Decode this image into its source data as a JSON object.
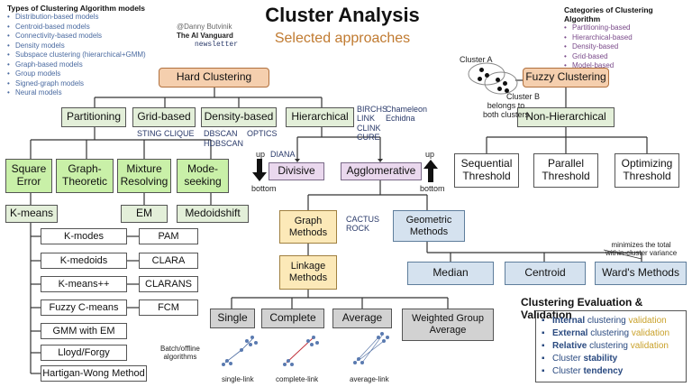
{
  "title": "Cluster Analysis",
  "subtitle": "Selected approaches",
  "credit": {
    "author": "@Danny Butvinik",
    "newsletter_name": "The AI Vanguard",
    "newsletter_word": "newsletter"
  },
  "left_legend": {
    "header": "Types of Clustering Algorithm models",
    "items": [
      "Distribution-based models",
      "Centroid-based models",
      "Connectivity-based models",
      "Density models",
      "Subspace clustering (hierarchical+GMM)",
      "Graph-based models",
      "Group models",
      "Signed-graph models",
      "Neural models"
    ]
  },
  "right_legend": {
    "header": "Categories of Clustering Algorithm",
    "items": [
      "Partitioning-based",
      "Hierarchical-based",
      "Density-based",
      "Grid-based",
      "Model-based"
    ]
  },
  "nodes": {
    "hard_clustering": "Hard Clustering",
    "fuzzy_clustering": "Fuzzy Clustering",
    "partitioning": "Partitioning",
    "grid_based": "Grid-based",
    "density_based": "Density-based",
    "hierarchical": "Hierarchical",
    "non_hierarchical": "Non-Hierarchical",
    "square_error": "Square Error",
    "graph_theoretic": "Graph-Theoretic",
    "mixture_resolving": "Mixture Resolving",
    "mode_seeking": "Mode-seeking",
    "kmeans": "K-means",
    "em": "EM",
    "medoidshift": "Medoidshift",
    "divisive": "Divisive",
    "agglomerative": "Agglomerative",
    "graph_methods": "Graph Methods",
    "geometric_methods": "Geometric Methods",
    "linkage_methods": "Linkage Methods",
    "median": "Median",
    "centroid": "Centroid",
    "wards": "Ward's Methods",
    "single": "Single",
    "complete": "Complete",
    "average": "Average",
    "weighted_group_average": "Weighted Group Average",
    "sequential_threshold": "Sequential Threshold",
    "parallel_threshold": "Parallel Threshold",
    "optimizing_threshold": "Optimizing Threshold"
  },
  "kmeans_variants_left": [
    "K-modes",
    "K-medoids",
    "K-means++",
    "Fuzzy C-means",
    "GMM with EM",
    "Lloyd/Forgy",
    "Hartigan-Wong Method"
  ],
  "kmeans_variants_right": [
    "PAM",
    "CLARA",
    "CLARANS",
    "FCM"
  ],
  "annotations": {
    "sting_clique": "STING CLIQUE",
    "dbscan": "DBSCAN",
    "hdbscan": "HDBSCAN",
    "optics": "OPTICS",
    "birch_list": "BIRCHS\nLINK\nCLINK\nCURE",
    "chameleon": "Chameleon\nEchidna",
    "diana": "DIANA",
    "up": "up",
    "bottom": "bottom",
    "cactus_rock": "CACTUS\nROCK",
    "cluster_a": "Cluster A",
    "cluster_b": "Cluster B",
    "belongs": "belongs to\nboth clusters",
    "minimizes": "minimizes the total\nwithin-cluster variance",
    "batch_offline": "Batch/offline\nalgorithms",
    "single_link": "single-link",
    "complete_link": "complete-link",
    "average_link": "average-link"
  },
  "evaluation": {
    "title": "Clustering Evaluation & Validation",
    "items": [
      {
        "bold": "Internal",
        "mid": " clustering ",
        "hl": "validation"
      },
      {
        "bold": "External",
        "mid": " clustering ",
        "hl": "validation"
      },
      {
        "bold": "Relative",
        "mid": " clustering ",
        "hl": "validation"
      },
      {
        "bold": "",
        "mid": "Cluster ",
        "hl": "stability"
      },
      {
        "bold": "",
        "mid": "Cluster ",
        "hl": "tendency"
      }
    ]
  },
  "colors": {
    "orange": "#f5cfae",
    "green": "#e3efd9",
    "light_green": "#c9f0a8",
    "purple": "#ead8ee",
    "yellow": "#fce9b8",
    "blue": "#d5e2ef",
    "gray": "#d2d2d2",
    "highlight": "#c9a12a"
  }
}
